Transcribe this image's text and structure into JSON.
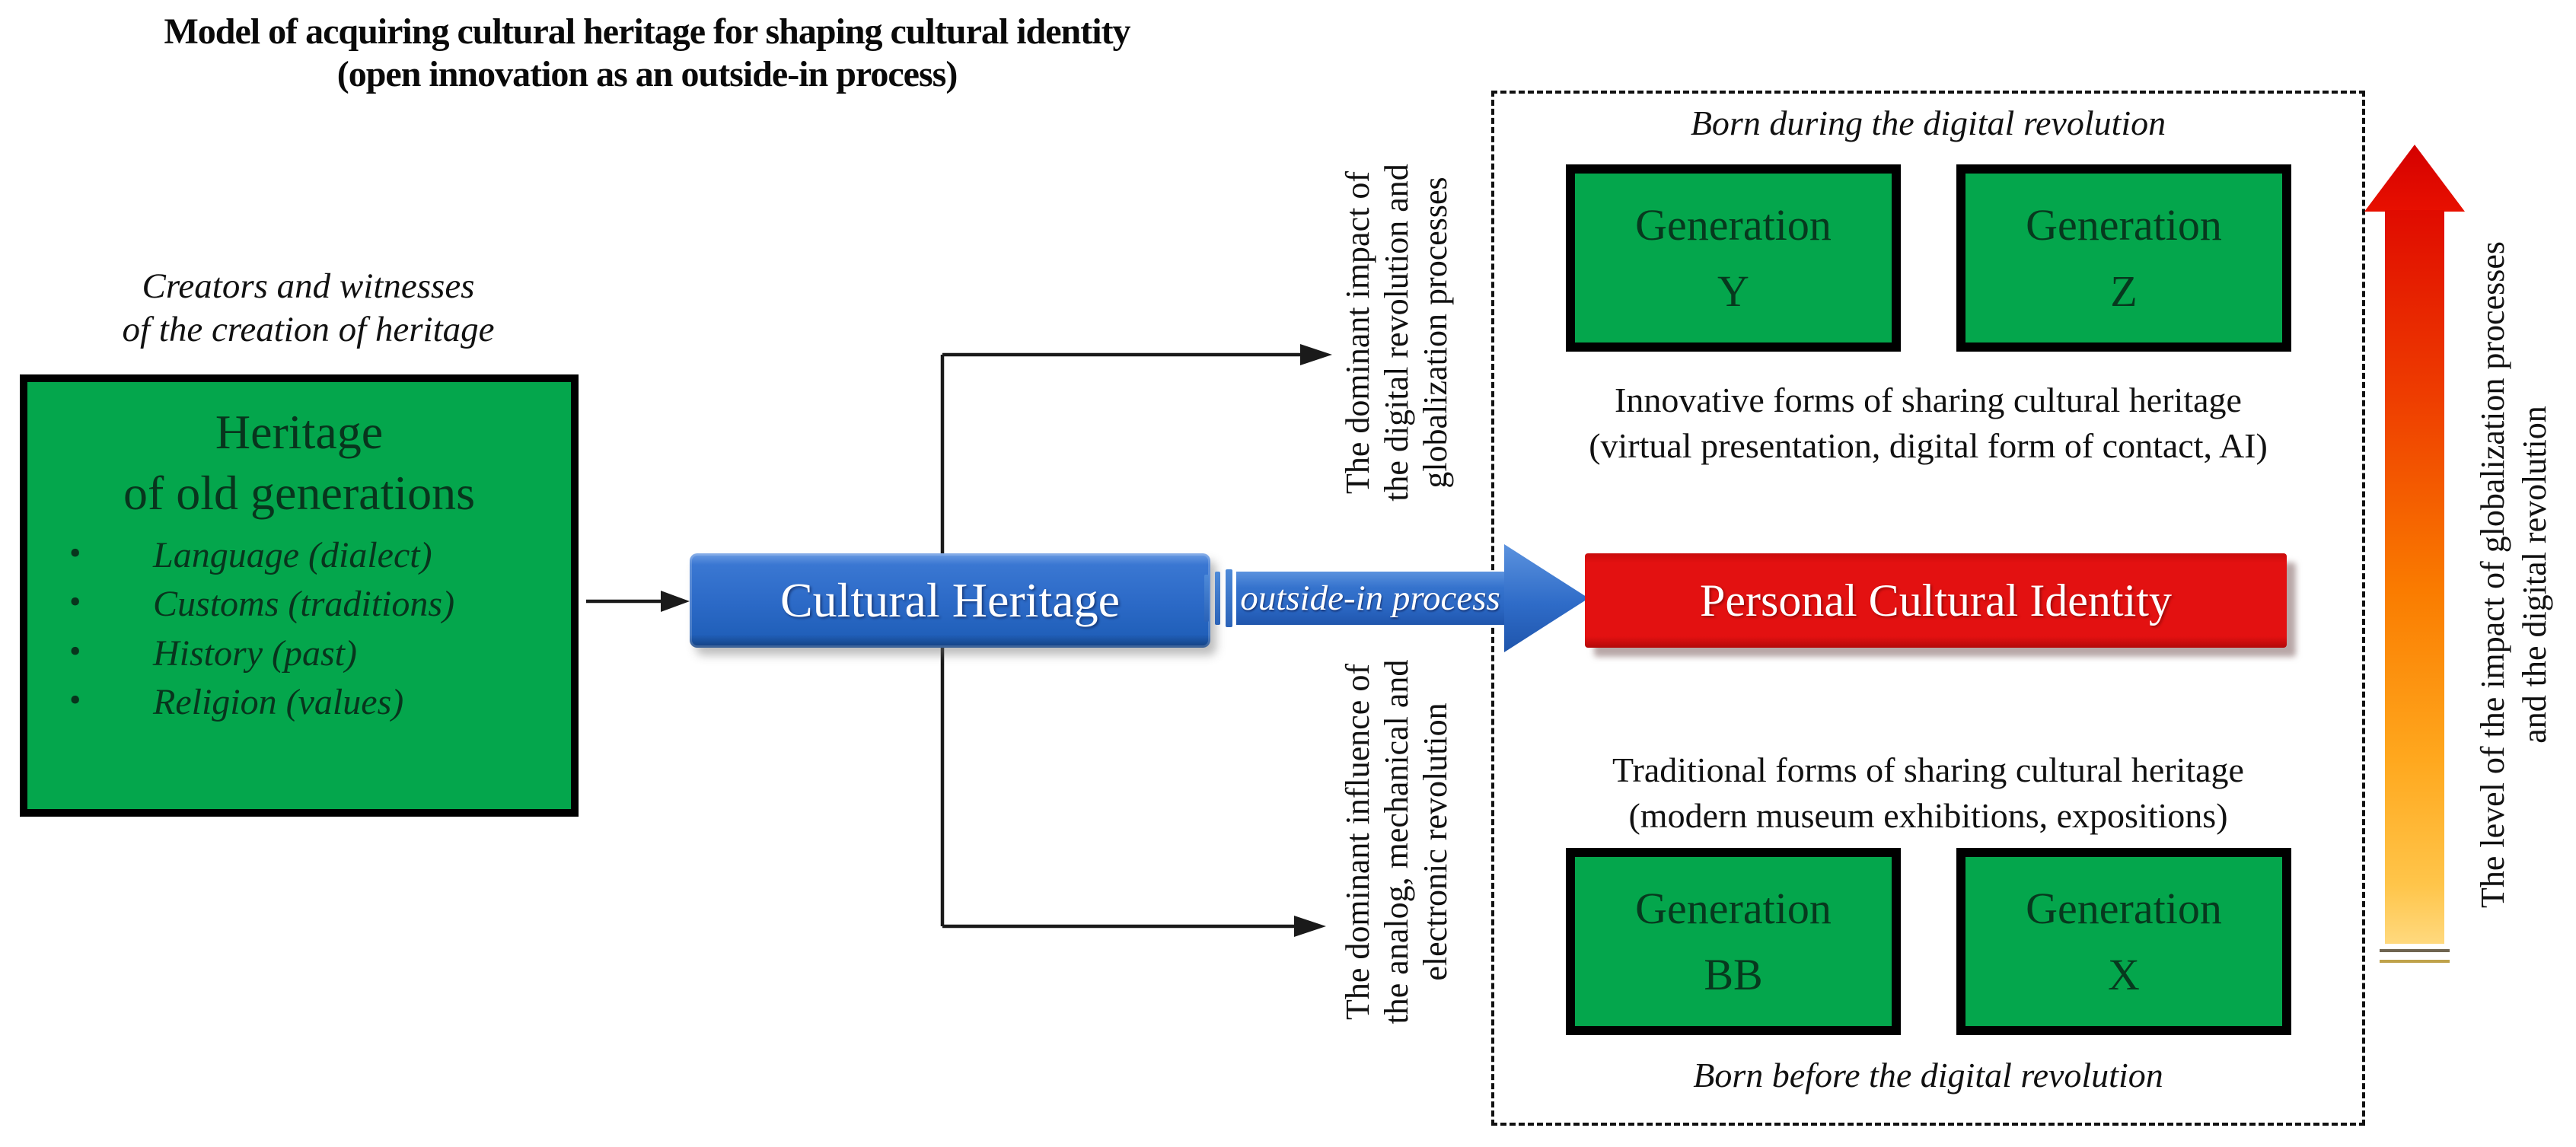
{
  "title": {
    "line1": "Model of acquiring cultural heritage for shaping cultural identity",
    "line2": "(open innovation as an outside-in process)"
  },
  "creators_caption": {
    "line1": "Creators and witnesses",
    "line2": "of the creation of heritage"
  },
  "heritage_box": {
    "heading_line1": "Heritage",
    "heading_line2": "of old generations",
    "bullets": [
      "Language (dialect)",
      "Customs (traditions)",
      "History (past)",
      "Religion (values)"
    ]
  },
  "cultural_heritage": {
    "label": "Cultural Heritage"
  },
  "process_arrow": {
    "label": "outside-in process"
  },
  "identity_box": {
    "label": "Personal Cultural Identity"
  },
  "impact_label_top": {
    "line1": "The dominant impact of",
    "line2": "the digital revolution and",
    "line3": "globalization processes"
  },
  "impact_label_bottom": {
    "line1": "The dominant influence of",
    "line2": "the analog, mechanical and",
    "line3": "electronic revolution"
  },
  "digital_zone": {
    "born_label": "Born during the digital revolution",
    "desc_line1": "Innovative forms of sharing cultural heritage",
    "desc_line2": "(virtual presentation, digital form of contact, AI)",
    "generations": [
      {
        "line1": "Generation",
        "line2": "Y"
      },
      {
        "line1": "Generation",
        "line2": "Z"
      }
    ]
  },
  "analog_zone": {
    "born_label": "Born before the digital revolution",
    "desc_line1": "Traditional forms of sharing cultural heritage",
    "desc_line2": "(modern museum exhibitions, expositions)",
    "generations": [
      {
        "line1": "Generation",
        "line2": "BB"
      },
      {
        "line1": "Generation",
        "line2": "X"
      }
    ]
  },
  "level_label": {
    "line1": "The level of the impact of globalization processes",
    "line2": "and the digital revolution"
  },
  "colors": {
    "box_green": "#04a64c",
    "box_red": "#e31111",
    "box_blue": "#2b69c6",
    "level_arrow_top": "#e00b00",
    "level_arrow_bottom": "#ffd97e",
    "line_black": "#111111"
  }
}
